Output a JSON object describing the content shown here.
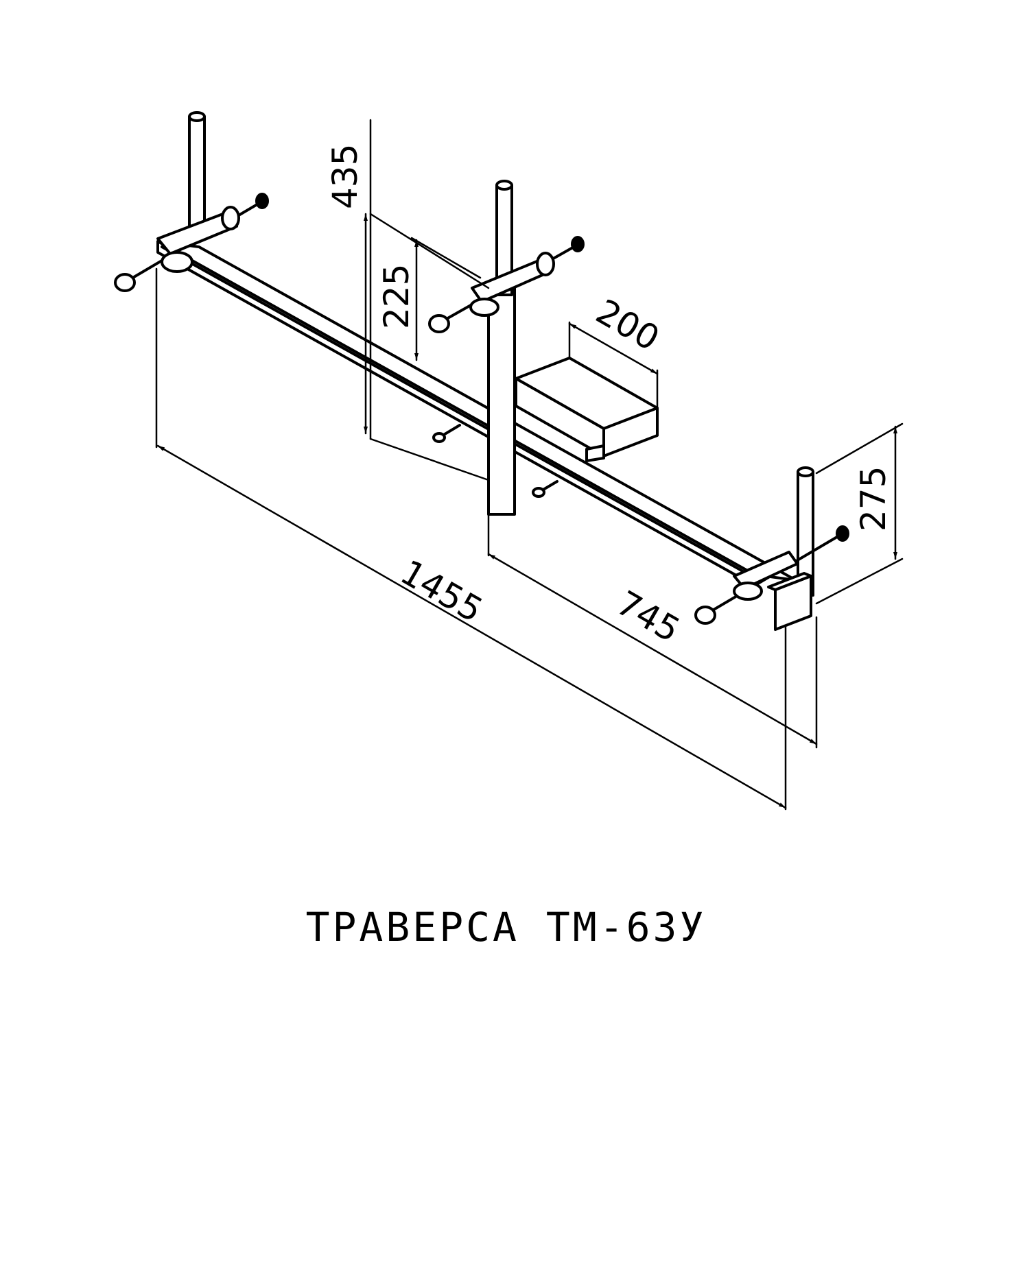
{
  "title": "ТРАВЕРСА ТМ-63У",
  "dimensions": {
    "total_length": "1455",
    "half_length": "745",
    "post_height": "435",
    "tray_depth": "225",
    "tray_width": "200",
    "end_height": "275"
  }
}
